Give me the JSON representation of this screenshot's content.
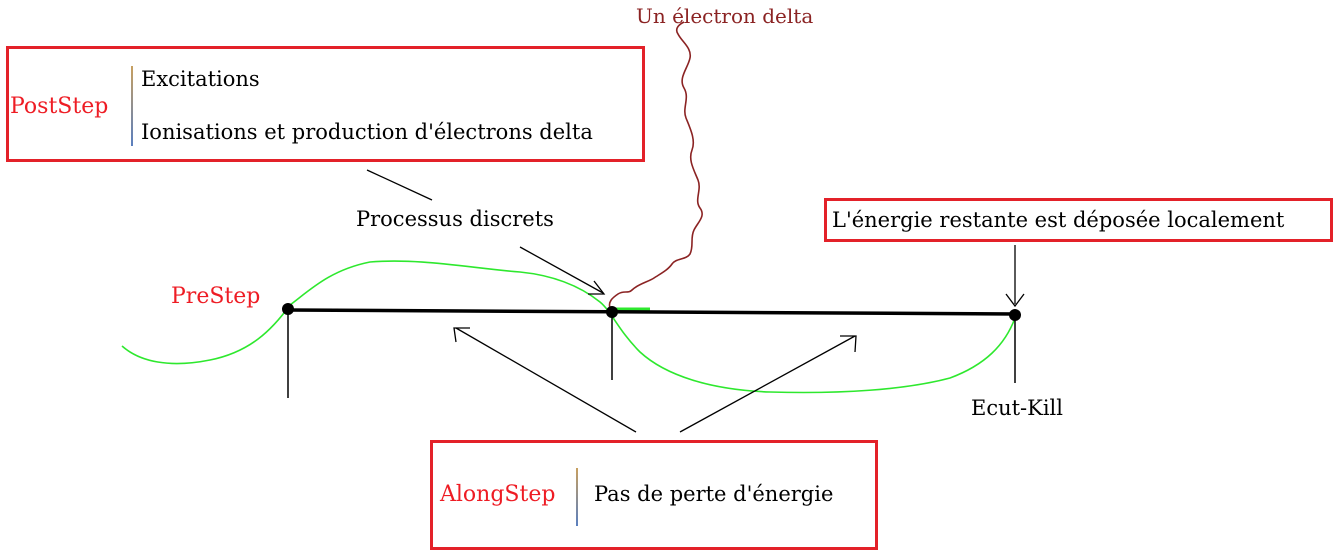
{
  "colors": {
    "box_border": "#e32129",
    "red_text": "#ee1c24",
    "delta_track": "#8b2323",
    "particle_track": "#2ee82e",
    "line": "#000000",
    "separator_gradient": [
      "#c8a060",
      "#5a7fbf"
    ]
  },
  "poststep_box": {
    "label": "PostStep",
    "item1": "Excitations",
    "item2": "Ionisations et production d'électrons delta"
  },
  "alongstep_box": {
    "label": "AlongStep",
    "item": "Pas de perte d'énergie"
  },
  "energy_box": {
    "text": "L'énergie restante est déposée localement"
  },
  "labels": {
    "delta_electron": "Un électron delta",
    "discrete_processes": "Processus discrets",
    "prestep": "PreStep",
    "ecut_kill": "Ecut-Kill"
  }
}
